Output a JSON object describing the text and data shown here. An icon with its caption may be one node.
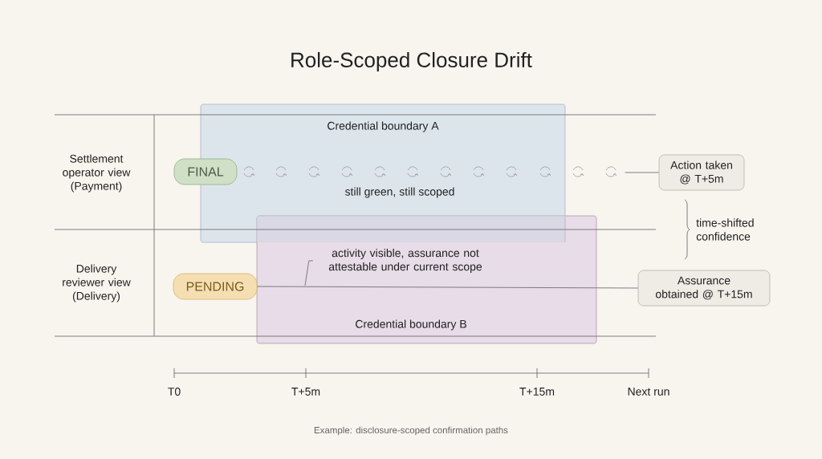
{
  "diagram": {
    "title": "Role-Scoped Closure Drift",
    "caption": "Example: disclosure-scoped confirmation paths",
    "nodes": [
      {
        "text": [
          "Settlement operator view (Payment)"
        ]
      },
      {
        "text": [
          "Delivery reviewer view (Delivery)"
        ]
      },
      {
        "text": [
          "Credential boundary A",
          "still green, still scoped"
        ]
      },
      {
        "text": [
          "Credential boundary B"
        ]
      },
      {
        "text": [
          "activity visible, assurance not attestable under current scope"
        ],
        "in": 3
      },
      {
        "text": [
          "FINAL"
        ]
      },
      {
        "text": [
          "PENDING"
        ]
      },
      {
        "text": [
          "Action taken @ T+5m"
        ]
      },
      {
        "text": [
          "Assurance obtained @ T+15m"
        ]
      }
    ],
    "edges": [
      {
        "from": null,
        "to": 7,
        "arrow": "none"
      },
      {
        "from": 6,
        "to": 8,
        "arrow": "none"
      },
      {
        "from": 4,
        "to": null,
        "arrow": "none"
      }
    ],
    "labels": [
      "time-shifted confidence",
      "T0",
      "T+5m",
      "T+15m",
      "Next run"
    ]
  }
}
